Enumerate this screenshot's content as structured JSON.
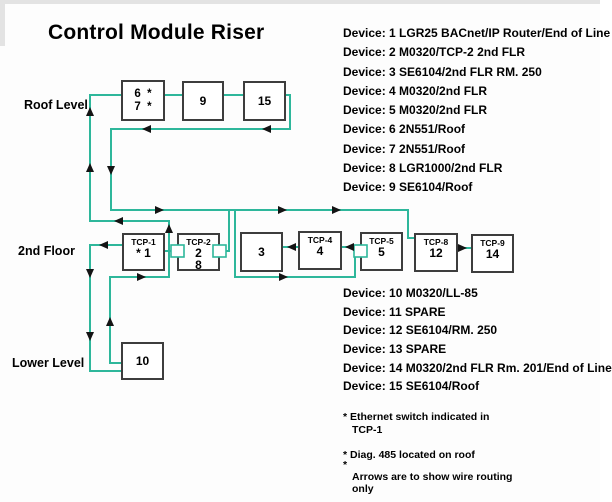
{
  "title": "Control Module Riser",
  "floors": {
    "roof": "Roof Level",
    "second": "2nd Floor",
    "lower": "Lower Level"
  },
  "nodes": {
    "b67": {
      "line1": "6  *",
      "line2": "7  *"
    },
    "b9": {
      "num": "9"
    },
    "b15": {
      "num": "15"
    },
    "tcp1": {
      "header": "TCP-1",
      "num": "*  1"
    },
    "tcp2": {
      "header": "TCP-2",
      "num1": "2",
      "num2": "8"
    },
    "b3": {
      "num": "3"
    },
    "tcp4": {
      "header": "TCP-4",
      "num": "4"
    },
    "tcp5": {
      "header": "TCP-5",
      "num": "5"
    },
    "tcp8": {
      "header": "TCP-8",
      "num": "12"
    },
    "tcp9": {
      "header": "TCP-9",
      "num": "14"
    },
    "b10": {
      "num": "10"
    }
  },
  "devices": {
    "top": [
      "Device: 1 LGR25 BACnet/IP Router/End of Line",
      "Device: 2 M0320/TCP-2 2nd FLR",
      "Device: 3 SE6104/2nd FLR RM. 250",
      "Device: 4 M0320/2nd FLR",
      "Device: 5 M0320/2nd FLR",
      "Device: 6 2N551/Roof",
      "Device: 7 2N551/Roof",
      "Device: 8 LGR1000/2nd FLR",
      "Device: 9 SE6104/Roof"
    ],
    "bottom": [
      "Device: 10 M0320/LL-85",
      "Device: 11 SPARE",
      "Device: 12 SE6104/RM. 250",
      "Device: 13 SPARE",
      "Device: 14 M0320/2nd FLR Rm. 201/End of Line",
      "Device: 15 SE6104/Roof"
    ]
  },
  "notes": {
    "l1": "* Ethernet switch indicated in",
    "l2": "TCP-1",
    "l3": "* Diag. 485 located on roof",
    "l4": "*",
    "l5": "Arrows are to show wire routing",
    "l6": "only"
  },
  "colors": {
    "wire": "#2eb79b",
    "box_border": "#3d3d3d",
    "arrow": "#141414"
  }
}
